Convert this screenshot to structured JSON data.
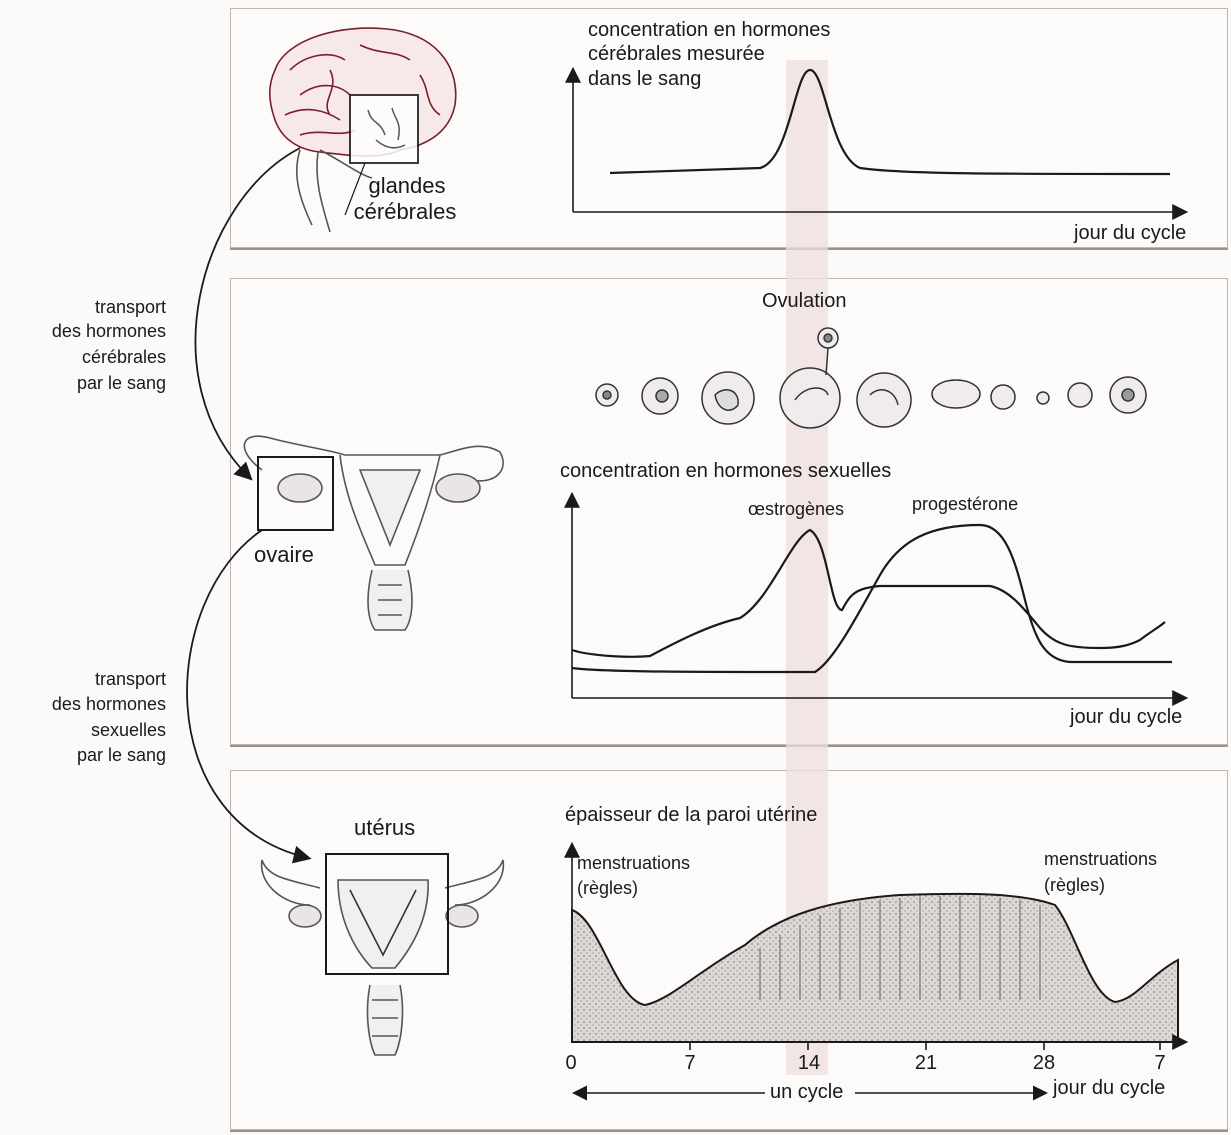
{
  "brain": {
    "label_line1": "glandes",
    "label_line2": "cérébrales"
  },
  "left_annotations": {
    "brain_to_ovary": [
      "transport",
      "des hormones",
      "cérébrales",
      "par le sang"
    ],
    "ovary_to_uterus": [
      "transport",
      "des hormones",
      "sexuelles",
      "par le sang"
    ]
  },
  "ovary": {
    "label": "ovaire"
  },
  "uterus": {
    "label": "utérus"
  },
  "panel_brain_hormones": {
    "title_lines": [
      "concentration en hormones",
      "cérébrales mesurée",
      "dans le sang"
    ],
    "x_label": "jour du cycle"
  },
  "panel_ovary": {
    "ovulation_label": "Ovulation",
    "title": "concentration en hormones sexuelles",
    "series_labels": {
      "estrogen": "œstrogènes",
      "progesterone": "progestérone"
    },
    "x_label": "jour du cycle"
  },
  "panel_uterus": {
    "title": "épaisseur de la paroi utérine",
    "menses_left": [
      "menstruations",
      "(règles)"
    ],
    "menses_right": [
      "menstruations",
      "(règles)"
    ],
    "x_ticks": [
      "0",
      "7",
      "14",
      "21",
      "28",
      "7"
    ],
    "cycle_label": "un cycle",
    "x_label": "jour du cycle"
  },
  "colors": {
    "ovulation_band": "#efdede",
    "line": "#1a1a1a",
    "tissue": "#d9d4d2"
  }
}
